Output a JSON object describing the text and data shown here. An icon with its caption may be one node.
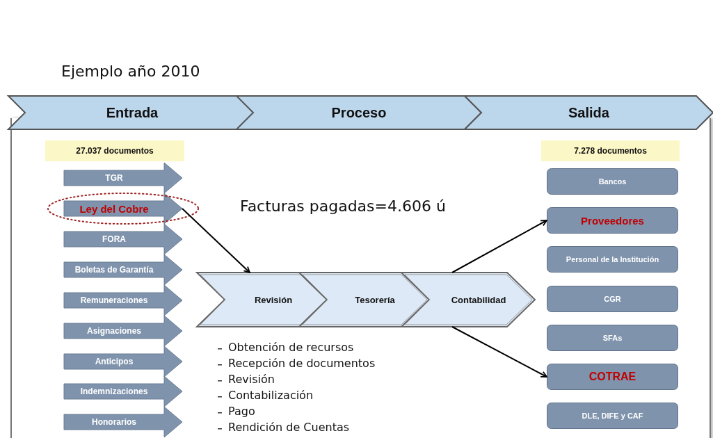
{
  "diagram": {
    "nodes": [
      {
        "text": [
          "Entrada"
        ]
      },
      {
        "text": [
          "Proceso"
        ]
      },
      {
        "text": [
          "Salida"
        ]
      },
      {
        "text": [
          "27.037 documentos"
        ]
      },
      {
        "text": [
          "TGR"
        ]
      },
      {
        "text": [
          "Ley del Cobre"
        ]
      },
      {
        "text": [
          "FORA"
        ]
      },
      {
        "text": [
          "Boletas de Garantía"
        ]
      },
      {
        "text": [
          "Remuneraciones"
        ]
      },
      {
        "text": [
          "Asignaciones"
        ]
      },
      {
        "text": [
          "Anticipos"
        ]
      },
      {
        "text": [
          "Indemnizaciones"
        ]
      },
      {
        "text": [
          "Honorarios"
        ]
      },
      {
        "text": [
          "Revisión"
        ]
      },
      {
        "text": [
          "Tesorería"
        ]
      },
      {
        "text": [
          "Contabilidad"
        ]
      },
      {
        "text": [
          "7.278 documentos"
        ]
      },
      {
        "text": [
          "Bancos"
        ]
      },
      {
        "text": [
          "Proveedores"
        ]
      },
      {
        "text": [
          "Personal de la Institución"
        ]
      },
      {
        "text": [
          "CGR"
        ]
      },
      {
        "text": [
          "SFAs"
        ]
      },
      {
        "text": [
          "COTRAE"
        ]
      },
      {
        "text": [
          "DLE, DIFE y CAF"
        ]
      }
    ],
    "edges": [
      {
        "from": 5,
        "to": 13,
        "arrow": "to"
      },
      {
        "from": 15,
        "to": 18,
        "arrow": "to"
      },
      {
        "from": 15,
        "to": 22,
        "arrow": "to"
      }
    ],
    "labels": [
      "Ejemplo año 2010",
      "Facturas pagadas=4.606 ú",
      "Obtención de recursos",
      "Recepción de documentos",
      "Revisión",
      "Contabilización",
      "Pago",
      "Rendición de Cuentas"
    ]
  }
}
